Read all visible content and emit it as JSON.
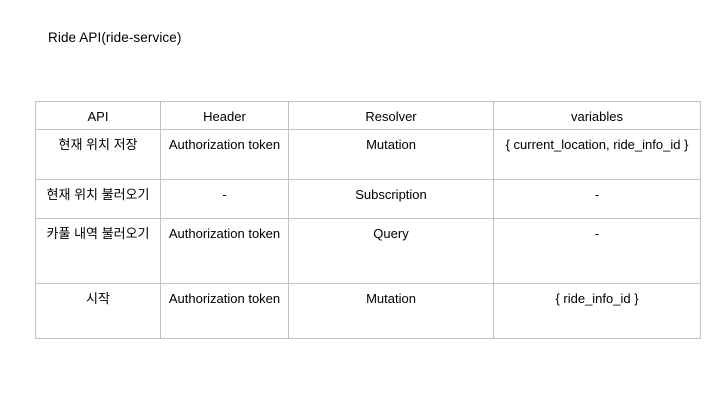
{
  "page": {
    "title": "Ride API(ride-service)"
  },
  "colors": {
    "background": "#ffffff",
    "table_border": "#c2c2c2",
    "text": "#000000"
  },
  "table": {
    "headers": [
      "API",
      "Header",
      "Resolver",
      "variables"
    ],
    "rows": [
      [
        "현재 위치 저장",
        "Authorization token",
        "Mutation",
        "{ current_location, ride_info_id }"
      ],
      [
        "현재 위치 불러오기",
        "-",
        "Subscription",
        "-"
      ],
      [
        "카풀 내역 불러오기",
        "Authorization token",
        "Query",
        "-"
      ],
      [
        "시작",
        "Authorization token",
        "Mutation",
        "{ ride_info_id }"
      ]
    ]
  }
}
